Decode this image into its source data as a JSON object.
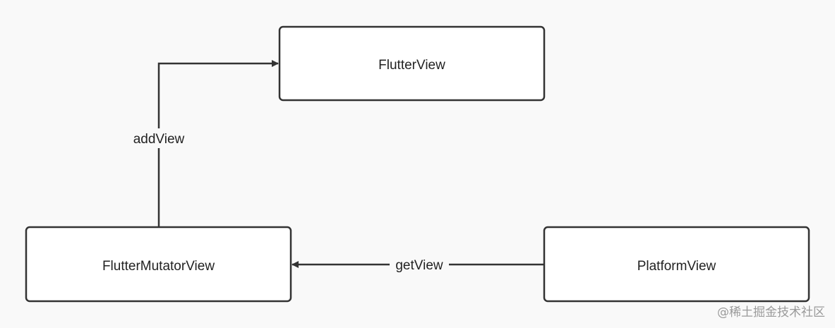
{
  "nodes": {
    "flutter_view": "FlutterView",
    "flutter_mutator_view": "FlutterMutatorView",
    "platform_view": "PlatformView"
  },
  "edges": {
    "add_view": "addView",
    "get_view": "getView"
  },
  "watermark": "@稀土掘金技术社区",
  "colors": {
    "background": "#f9f9f9",
    "box_fill": "#ffffff",
    "stroke": "#333333",
    "text": "#222222",
    "watermark": "#9a9a9a"
  }
}
